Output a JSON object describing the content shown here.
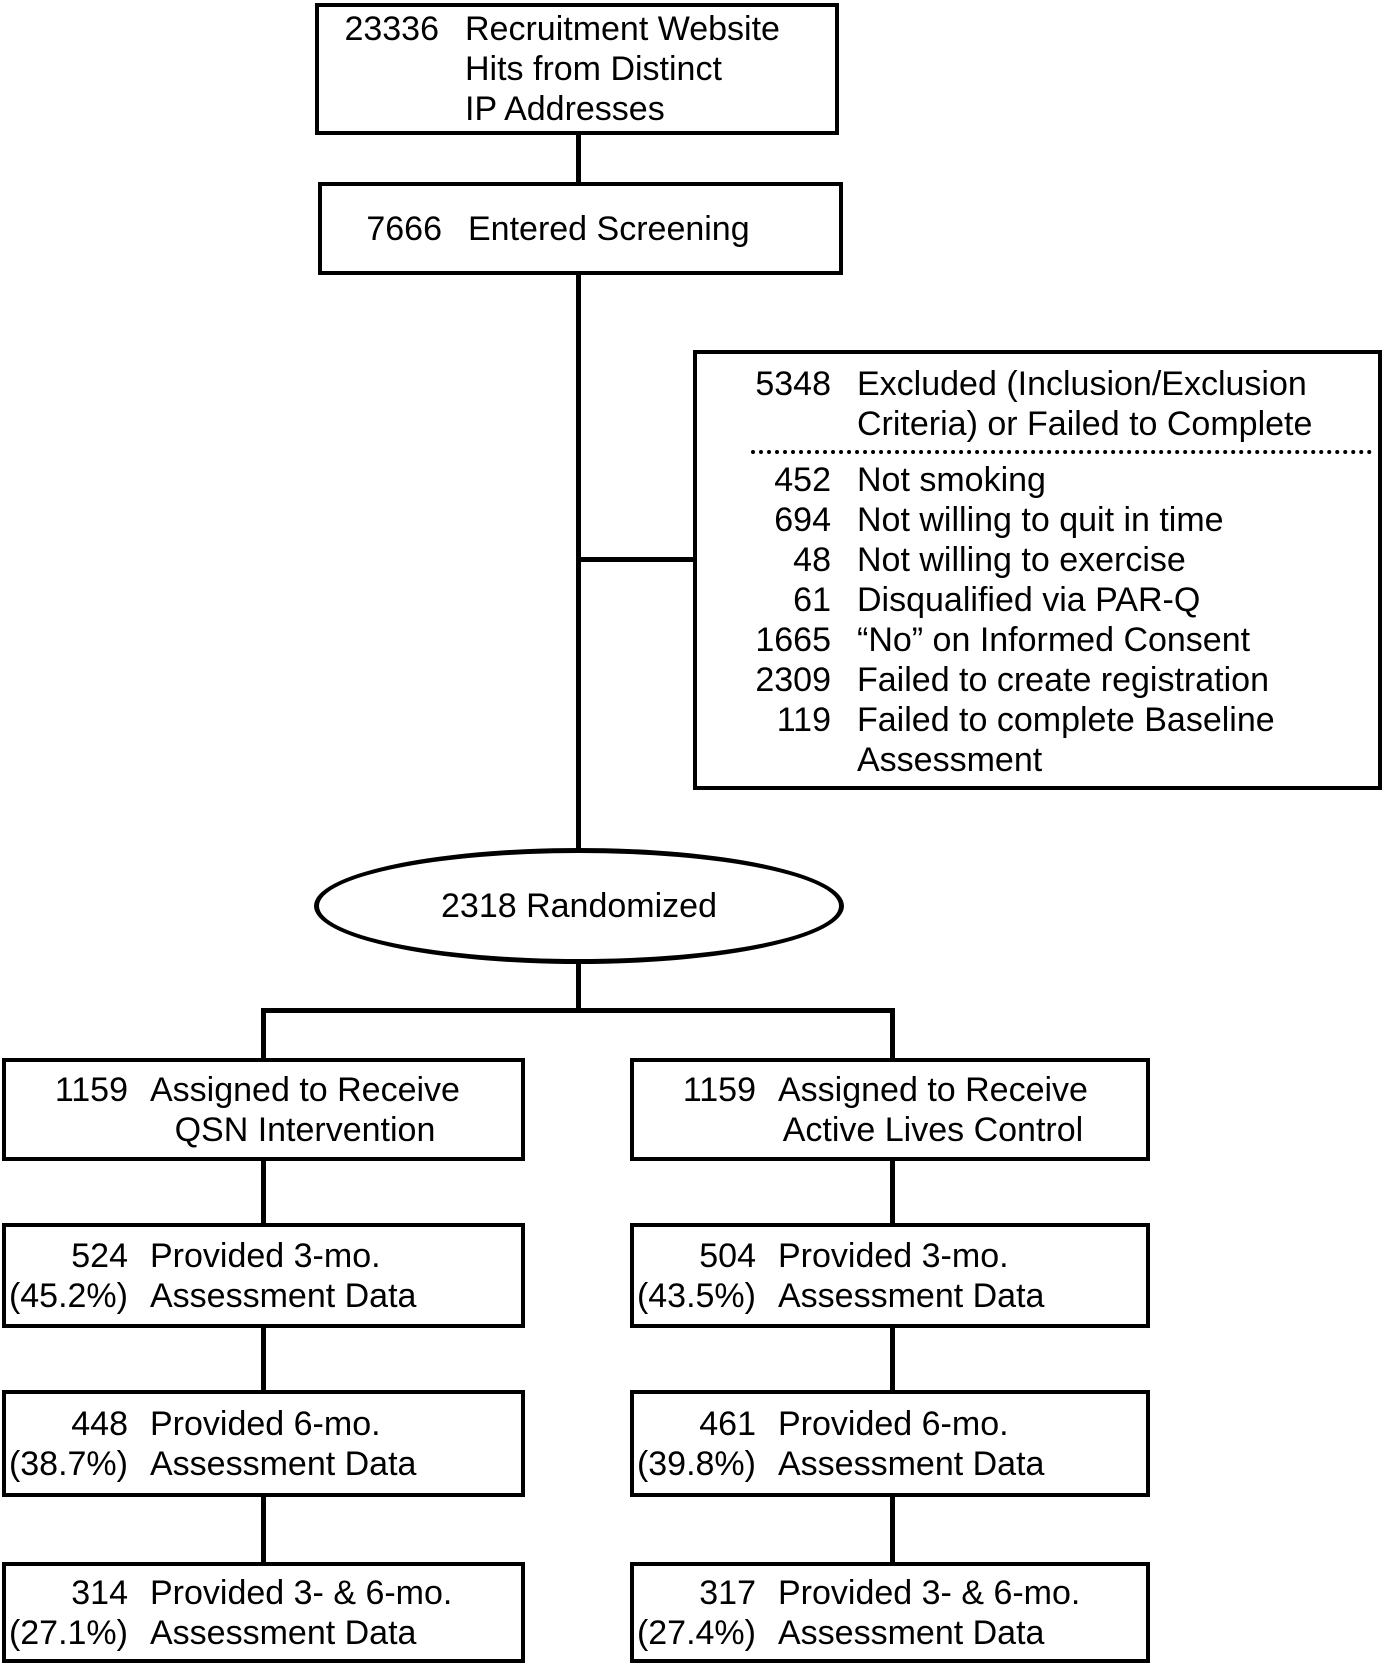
{
  "diagram_type": "participant-flow-consort-diagram",
  "colors": {
    "border": "#000000",
    "background": "#ffffff",
    "text": "#000000",
    "connector": "#000000"
  },
  "nodes": {
    "recruitment": {
      "count": "23336",
      "line1": "Recruitment Website",
      "line2": "Hits from Distinct",
      "line3": "IP Addresses"
    },
    "screening": {
      "count": "7666",
      "label": "Entered Screening"
    },
    "excluded": {
      "count": "5348",
      "line1": "Excluded (Inclusion/Exclusion",
      "line2": "Criteria) or Failed to Complete",
      "reasons": [
        {
          "count": "452",
          "label": "Not smoking"
        },
        {
          "count": "694",
          "label": "Not willing to quit in time"
        },
        {
          "count": "48",
          "label": "Not willing to exercise"
        },
        {
          "count": "61",
          "label": "Disqualified via PAR-Q"
        },
        {
          "count": "1665",
          "label": "“No” on Informed Consent"
        },
        {
          "count": "2309",
          "label": "Failed to create registration"
        },
        {
          "count": "119",
          "label": "Failed to complete Baseline",
          "label2": "Assessment"
        }
      ]
    },
    "randomized": {
      "label": "2318 Randomized"
    },
    "left_arm": {
      "count": "1159",
      "line1": "Assigned to Receive",
      "line2": "QSN Intervention"
    },
    "right_arm": {
      "count": "1159",
      "line1": "Assigned to Receive",
      "line2": "Active Lives Control"
    },
    "left_3mo": {
      "count": "524",
      "pct": "(45.2%)",
      "line1": "Provided 3-mo.",
      "line2": "Assessment Data"
    },
    "right_3mo": {
      "count": "504",
      "pct": "(43.5%)",
      "line1": "Provided 3-mo.",
      "line2": "Assessment Data"
    },
    "left_6mo": {
      "count": "448",
      "pct": "(38.7%)",
      "line1": "Provided 6-mo.",
      "line2": "Assessment Data"
    },
    "right_6mo": {
      "count": "461",
      "pct": "(39.8%)",
      "line1": "Provided 6-mo.",
      "line2": "Assessment Data"
    },
    "left_36mo": {
      "count": "314",
      "pct": "(27.1%)",
      "line1": "Provided 3- & 6-mo.",
      "line2": "Assessment Data"
    },
    "right_36mo": {
      "count": "317",
      "pct": "(27.4%)",
      "line1": "Provided 3- & 6-mo.",
      "line2": "Assessment Data"
    }
  }
}
